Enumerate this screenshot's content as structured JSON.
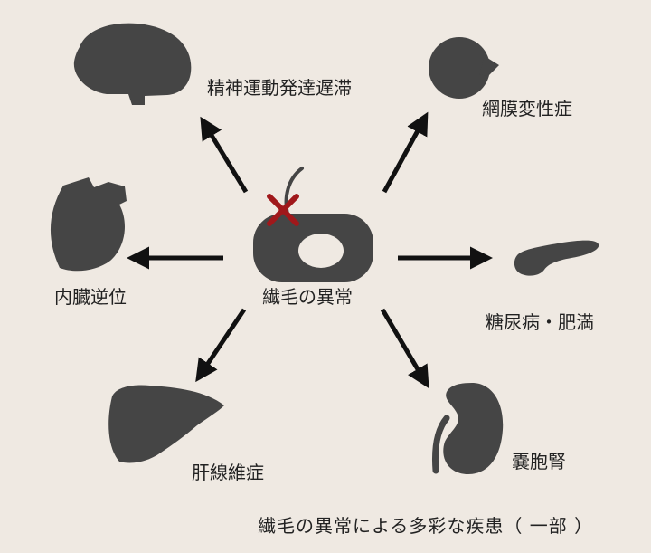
{
  "colors": {
    "background": "#efe9e2",
    "silhouette": "#454545",
    "arrow": "#111111",
    "cross": "#a0181b"
  },
  "center": {
    "label": "繊毛の異常",
    "icon": "ciliated-cell-icon",
    "marker": "cross-mark-icon"
  },
  "conditions": [
    {
      "label": "精神運動発達遅滞",
      "icon": "brain-icon"
    },
    {
      "label": "網膜変性症",
      "icon": "eye-icon"
    },
    {
      "label": "内臓逆位",
      "icon": "heart-icon"
    },
    {
      "label": "糖尿病・肥満",
      "icon": "pancreas-icon"
    },
    {
      "label": "肝線維症",
      "icon": "liver-icon"
    },
    {
      "label": "嚢胞腎",
      "icon": "kidney-icon"
    }
  ],
  "caption": "繊毛の異常による多彩な疾患（ 一部 ）"
}
